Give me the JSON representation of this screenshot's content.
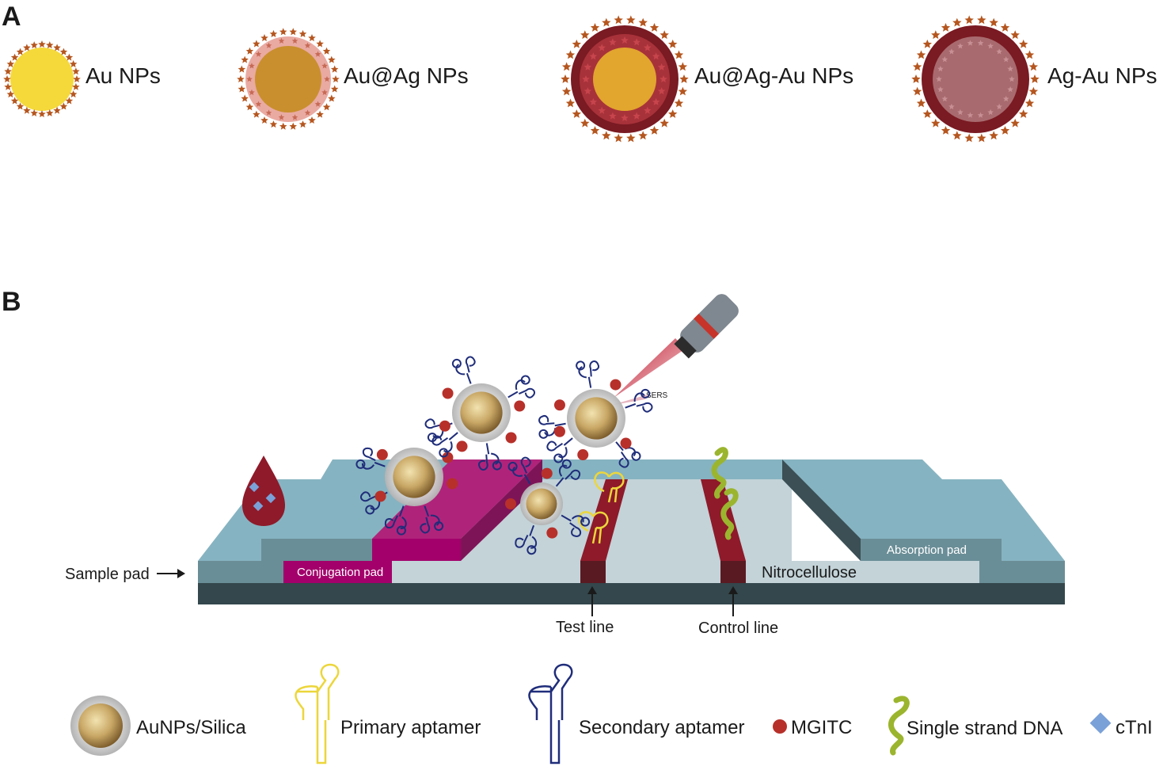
{
  "panel_a": {
    "letter": "A",
    "particles": [
      {
        "label": "Au NPs"
      },
      {
        "label": "Au@Ag NPs"
      },
      {
        "label": "Au@Ag-Au NPs"
      },
      {
        "label": "Ag-Au NPs"
      }
    ]
  },
  "panel_b": {
    "letter": "B",
    "sers_label": "SERS",
    "sample_pad_label": "Sample pad",
    "conjugation_pad_label": "Conjugation pad",
    "nitrocellulose_label": "Nitrocellulose",
    "absorption_pad_label": "Absorption pad",
    "test_line_label": "Test line",
    "control_line_label": "Control line"
  },
  "legend": {
    "aunps_silica": "AuNPs/Silica",
    "primary_aptamer": "Primary aptamer",
    "secondary_aptamer": "Secondary aptamer",
    "mgitc": "MGITC",
    "ssdna": "Single strand DNA",
    "ctni": "cTnI"
  },
  "colors": {
    "gold_yellow": "#f5d93a",
    "gold_orange": "#c98f2e",
    "star": "#b5561f",
    "dark_red": "#7a1a22",
    "magenta": "#b0237a",
    "pad_teal": "#86b3c1",
    "nitrocellulose": "#c3d3d8",
    "base_dark": "#33474c",
    "aptamer_yellow": "#ecd63b",
    "aptamer_navy": "#1f2d7a",
    "mgitc_red": "#b7302a",
    "ssdna_green": "#9bb52e",
    "ctni_blue": "#7aa1d8"
  }
}
